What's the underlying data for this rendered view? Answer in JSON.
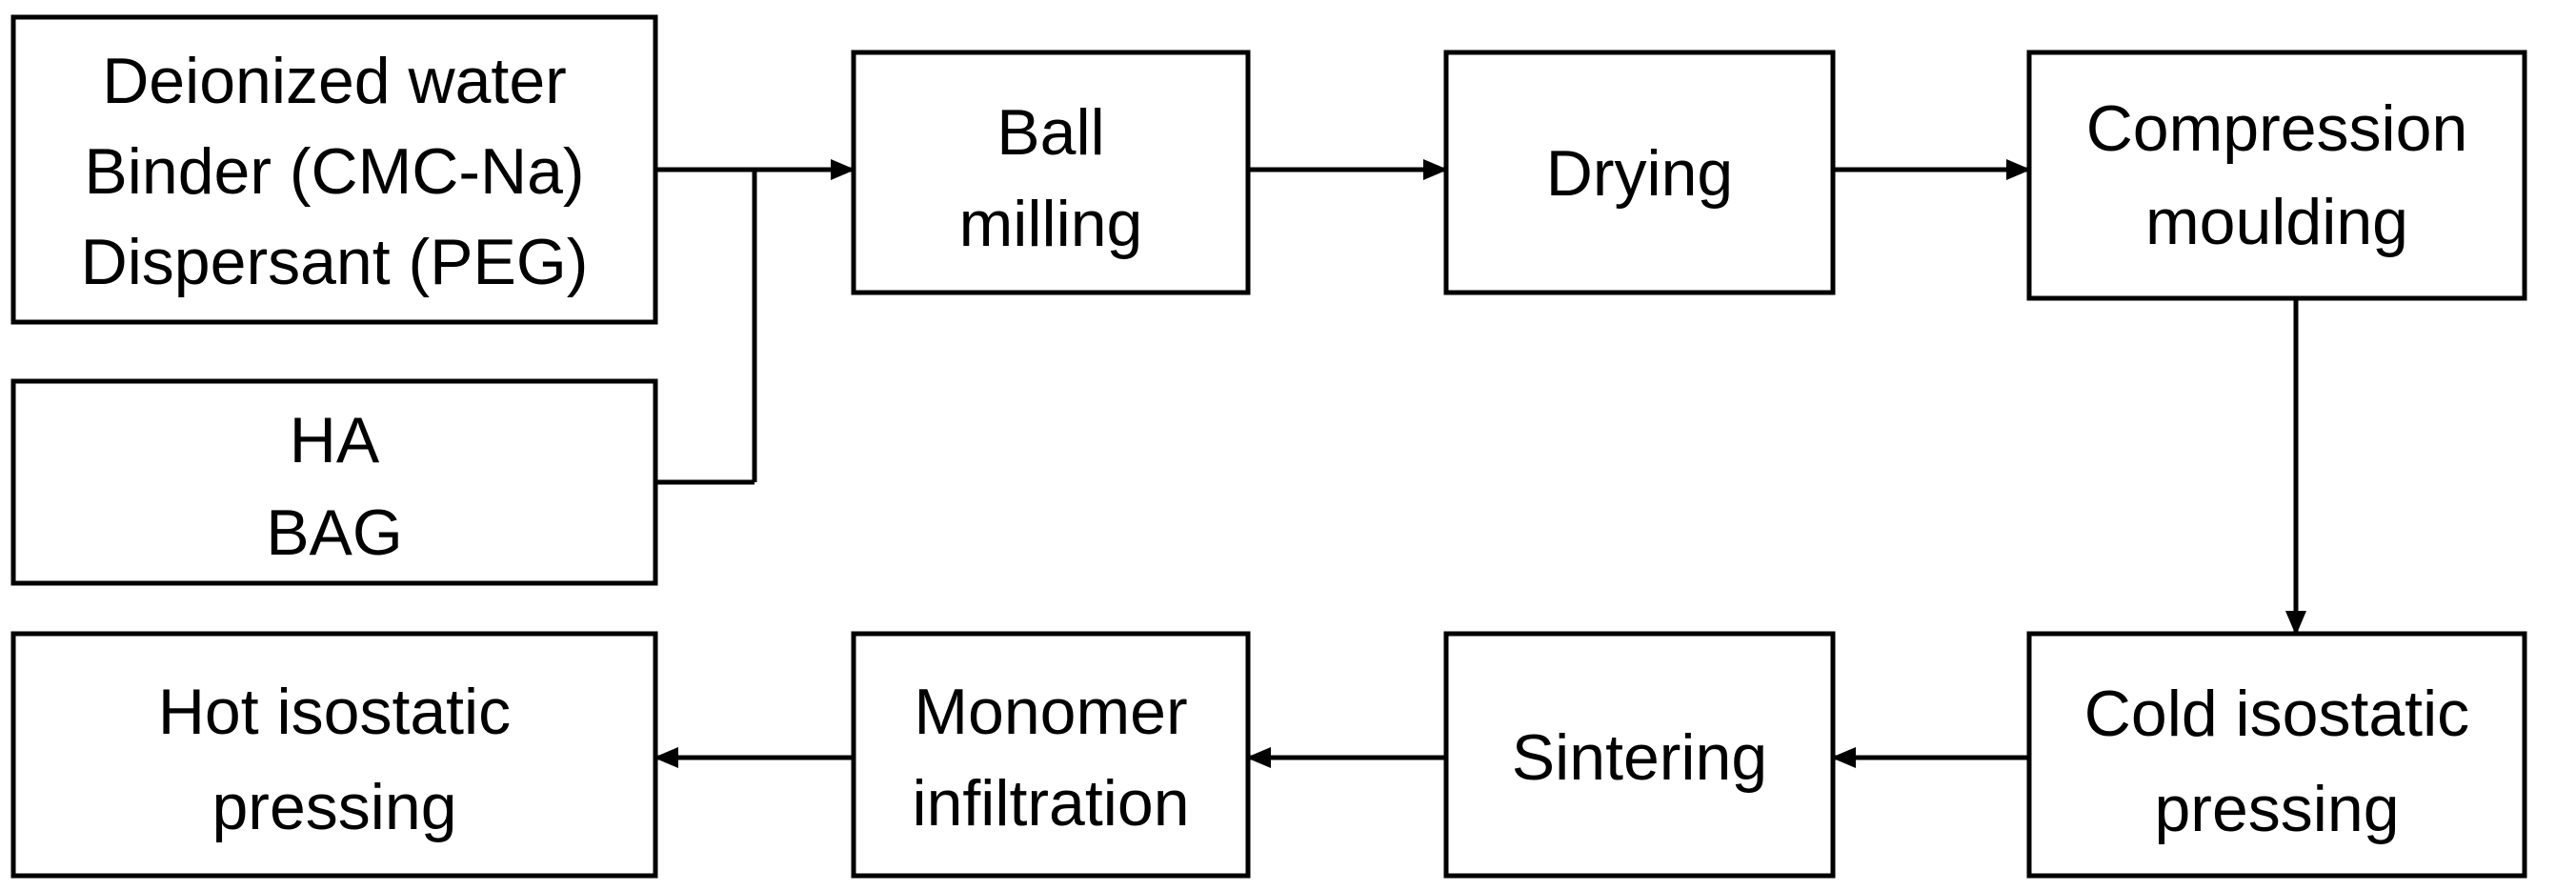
{
  "diagram": {
    "colors": {
      "stroke": "#000000",
      "fill": "#ffffff",
      "text": "#000000"
    },
    "nodes": {
      "inputs": {
        "line1": "Deionized water",
        "line2": "Binder (CMC-Na)",
        "line3": "Dispersant (PEG)"
      },
      "powders": {
        "line1": "HA",
        "line2": "BAG"
      },
      "ball_milling": {
        "line1": "Ball",
        "line2": "milling"
      },
      "drying": {
        "line1": "Drying"
      },
      "compression_moulding": {
        "line1": "Compression",
        "line2": "moulding"
      },
      "cold_isostatic_pressing": {
        "line1": "Cold isostatic",
        "line2": "pressing"
      },
      "sintering": {
        "line1": "Sintering"
      },
      "monomer_infiltration": {
        "line1": "Monomer",
        "line2": "infiltration"
      },
      "hot_isostatic_pressing": {
        "line1": "Hot isostatic",
        "line2": "pressing"
      }
    },
    "edges": [
      {
        "from": "inputs",
        "to": "ball_milling"
      },
      {
        "from": "powders",
        "to": "ball_milling"
      },
      {
        "from": "ball_milling",
        "to": "drying"
      },
      {
        "from": "drying",
        "to": "compression_moulding"
      },
      {
        "from": "compression_moulding",
        "to": "cold_isostatic_pressing"
      },
      {
        "from": "cold_isostatic_pressing",
        "to": "sintering"
      },
      {
        "from": "sintering",
        "to": "monomer_infiltration"
      },
      {
        "from": "monomer_infiltration",
        "to": "hot_isostatic_pressing"
      }
    ]
  }
}
